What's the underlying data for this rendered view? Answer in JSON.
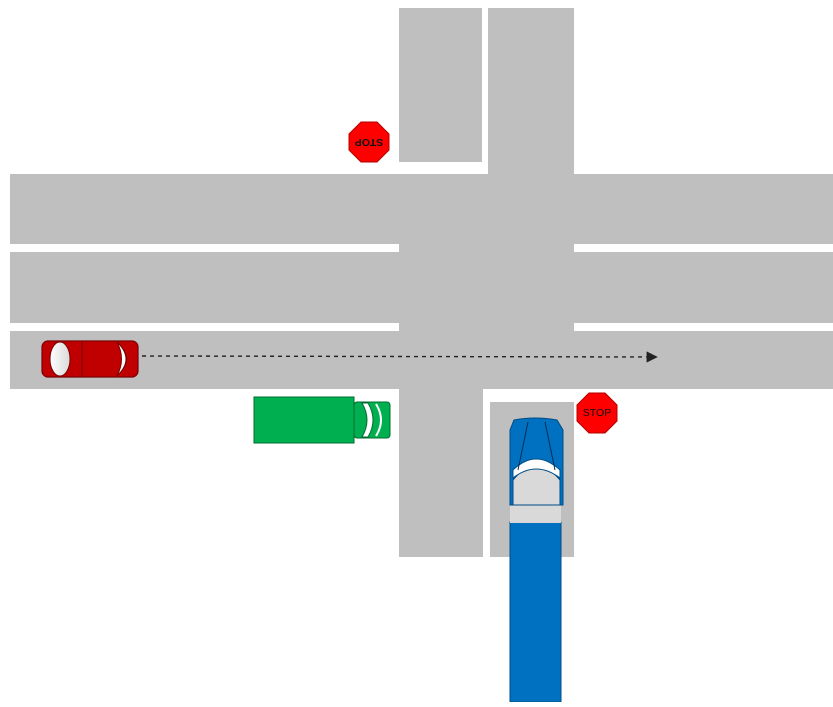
{
  "scene": {
    "signs": {
      "stop_north": {
        "label": "STOP",
        "color": "#ff0000",
        "text_color": "#111111"
      },
      "stop_south": {
        "label": "STOP",
        "color": "#ff0000",
        "text_color": "#111111"
      }
    },
    "vehicles": {
      "red_car": {
        "color": "#c00000",
        "direction": "eastbound"
      },
      "green_truck": {
        "color": "#00b050",
        "direction": "eastbound"
      },
      "blue_truck": {
        "color": "#0070c0",
        "direction": "northbound"
      }
    },
    "road_color": "#bfbfbf",
    "lane_line_color": "#ffffff",
    "path_arrow": {
      "style": "dashed",
      "color": "#222222"
    }
  }
}
